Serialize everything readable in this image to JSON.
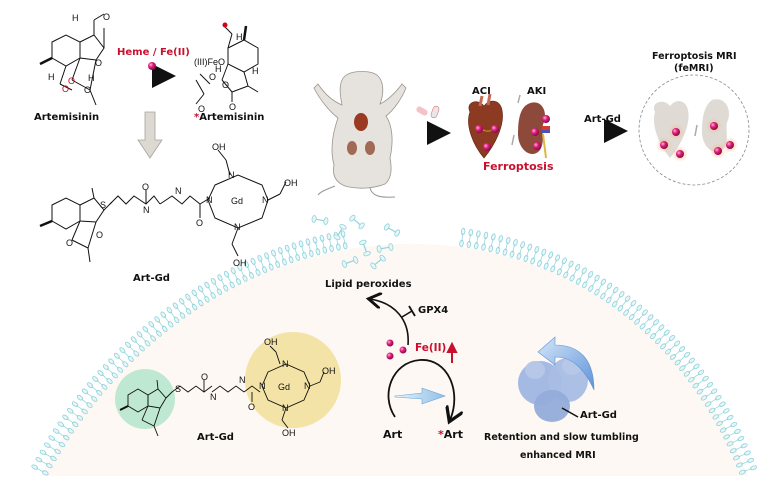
{
  "top_left": {
    "reaction_label": "Heme / Fe(II)",
    "artemisinin_label": "Artemisinin",
    "activated_star": "*",
    "activated_label": "Artemisinin",
    "fe_complex_text": "(III)FeO",
    "conjugate_label": "Art-Gd",
    "gd_label": "Gd",
    "atom_labels": {
      "oh": "OH",
      "h": "H",
      "o": "O",
      "n": "N",
      "s": "S"
    }
  },
  "top_right": {
    "disease_labels": [
      "ACI",
      "AKI"
    ],
    "separator": "/",
    "ferroptosis_label": "Ferroptosis",
    "probe_arrow_label": "Art-Gd",
    "mri_title_line1": "Ferroptosis MRI",
    "mri_title_line2": "(feMRI)"
  },
  "cell": {
    "lipid_peroxides_label": "Lipid peroxides",
    "gpx4_label": "GPX4",
    "fe_label": "Fe(II)",
    "art_label": "Art",
    "activated_star": "*",
    "activated_art_label": "Art",
    "conjugate_label": "Art-Gd",
    "protein_probe_label": "Art-Gd",
    "retention_line1": "Retention and slow tumbling",
    "retention_line2": "enhanced MRI",
    "gd_label": "Gd"
  },
  "colors": {
    "accent_red": "#c8102e",
    "membrane": "#8fd3dc",
    "cytoplasm": "#fdf8f3",
    "artemisinin_highlight": "#bfe8d2",
    "dota_highlight": "#f3e3a6",
    "protein": "#9fb6e0",
    "fe_ion": "#d6187a"
  }
}
